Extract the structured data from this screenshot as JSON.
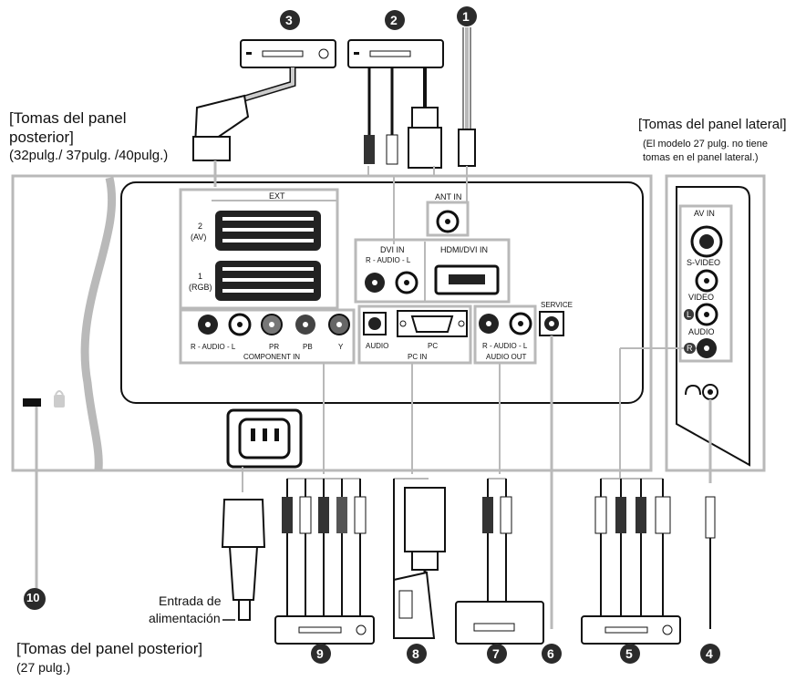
{
  "captions": {
    "rear_title": "[Tomas del panel",
    "rear_title_2": "posterior]",
    "rear_models": "(32pulg./ 37pulg. /40pulg.)",
    "side_title": "[Tomas del panel lateral]",
    "side_note_1": "(El modelo 27 pulg. no tiene",
    "side_note_2": "tomas en el panel lateral.)",
    "rear27_title": "[Tomas del panel posterior]",
    "rear27_model": "(27 pulg.)",
    "power_1": "Entrada de",
    "power_2": "alimentación"
  },
  "jacks": {
    "ext": "EXT",
    "ext2_a": "2",
    "ext2_b": "(AV)",
    "ext1_a": "1",
    "ext1_b": "(RGB)",
    "ant_in": "ANT IN",
    "dvi_in": "DVI IN",
    "dvi_audio": "R - AUDIO - L",
    "hdmi": "HDMI/DVI IN",
    "component_audio": "R - AUDIO - L",
    "pr": "PR",
    "pb": "PB",
    "y": "Y",
    "component_in": "COMPONENT IN",
    "pc_audio": "AUDIO",
    "pc": "PC",
    "pc_in": "PC IN",
    "audio_out_label": "R - AUDIO - L",
    "audio_out": "AUDIO OUT",
    "service": "SERVICE",
    "av_in": "AV IN",
    "s_video": "S-VIDEO",
    "video": "VIDEO",
    "audio": "AUDIO",
    "l": "L",
    "r": "R"
  },
  "numbers": [
    "1",
    "2",
    "3",
    "4",
    "5",
    "6",
    "7",
    "8",
    "9",
    "10"
  ],
  "colors": {
    "panel_gray": "#b9b9b9",
    "dark": "#2b2b2b"
  }
}
